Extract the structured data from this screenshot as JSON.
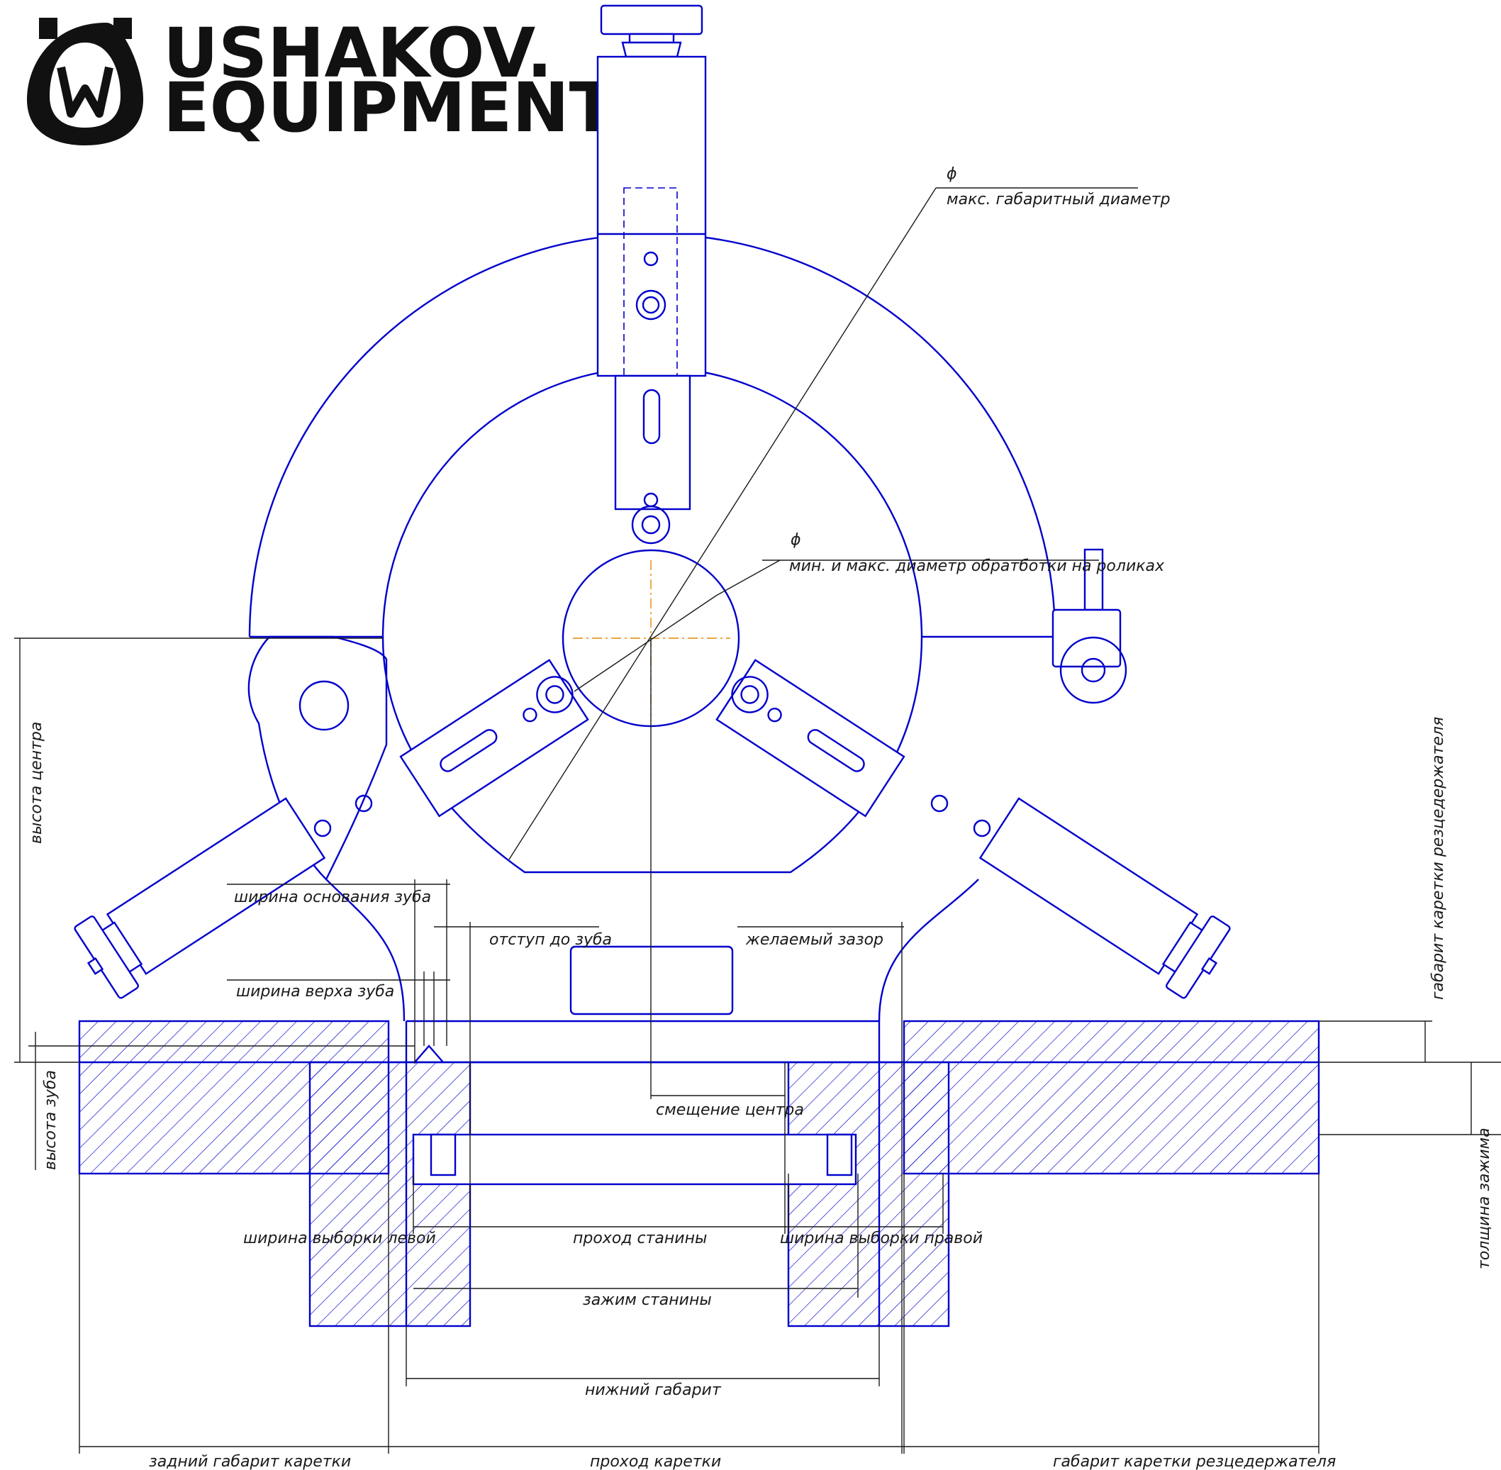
{
  "brand": {
    "line1": "USHAKOV.",
    "line2": "EQUIPMENT",
    "logo_icon": "horseshoe-w-icon"
  },
  "colors": {
    "drawing": "#0000cc",
    "dimension": "#1a1a1a",
    "centerline": "#e08a00",
    "logo": "#111111"
  },
  "labels": {
    "phi_1": "ϕ",
    "max_diameter": "макс. габаритный диаметр",
    "phi_2": "ϕ",
    "roller_diameter": "мин. и макс. диаметр обратботки на роликах",
    "center_height": "высота центра",
    "tooth_base_width": "ширина основания зуба",
    "tooth_top_width": "ширина верха зуба",
    "tooth_offset": "отступ до зуба",
    "desired_gap": "желаемый зазор",
    "tool_carriage_height": "габарит каретки резцедержателя",
    "tooth_height": "высота зуба",
    "center_offset": "смещение центра",
    "clamp_thickness": "толщина зажима",
    "left_recess_width": "ширина выборки левой",
    "bed_passage": "проход станины",
    "right_recess_width": "ширина выборки правой",
    "bed_clamp": "зажим станины",
    "bottom_size": "нижний габарит",
    "rear_carriage_size": "задний габарит каретки",
    "carriage_passage": "проход каретки",
    "tool_carriage_size": "габарит каретки резцедержателя"
  }
}
